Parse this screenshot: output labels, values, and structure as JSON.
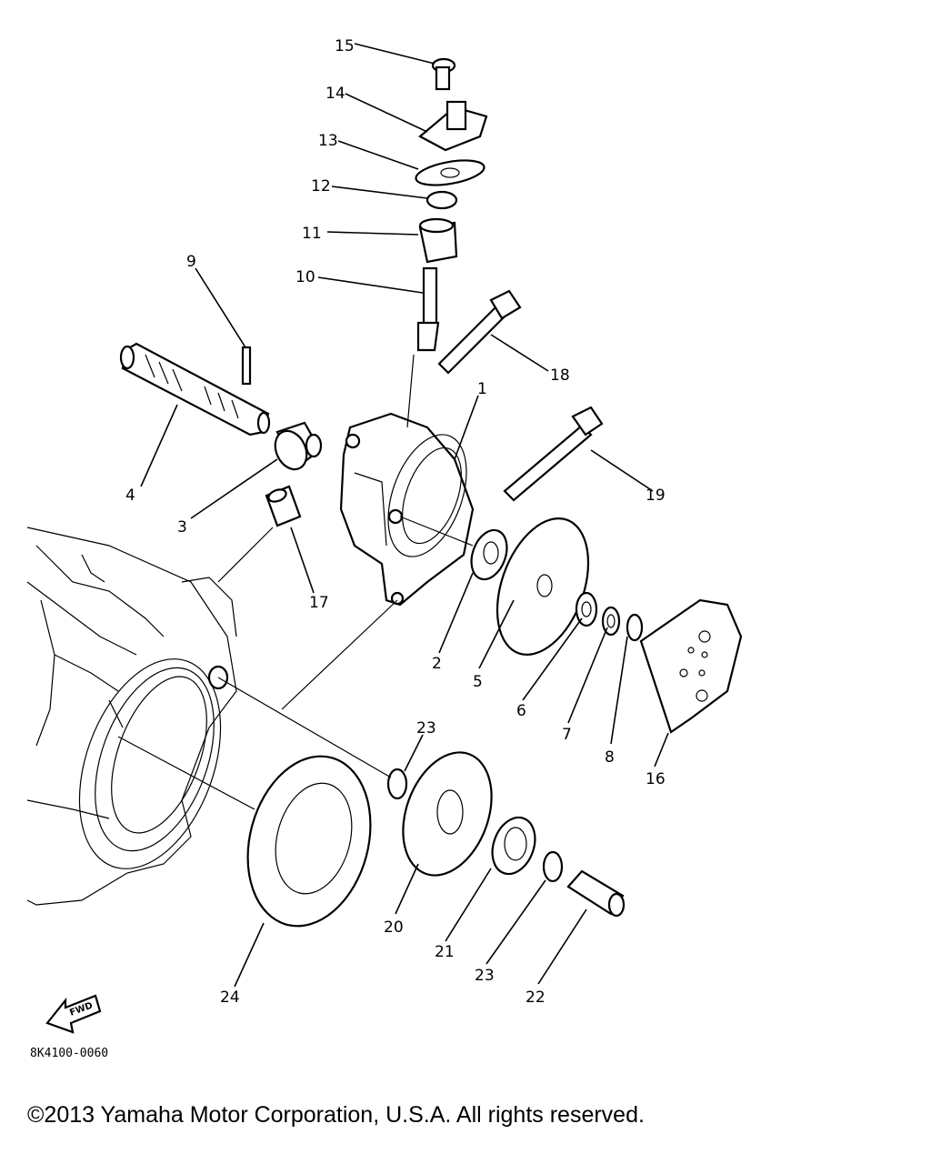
{
  "diagram": {
    "drawing_code": "8K4100-0060",
    "fwd_label": "FWD",
    "copyright": "©2013 Yamaha Motor Corporation, U.S.A. All rights reserved.",
    "callouts": [
      "15",
      "14",
      "13",
      "12",
      "11",
      "10",
      "9",
      "18",
      "4",
      "1",
      "19",
      "3",
      "17",
      "2",
      "5",
      "6",
      "7",
      "8",
      "16",
      "23",
      "20",
      "21",
      "23",
      "22",
      "24"
    ]
  }
}
